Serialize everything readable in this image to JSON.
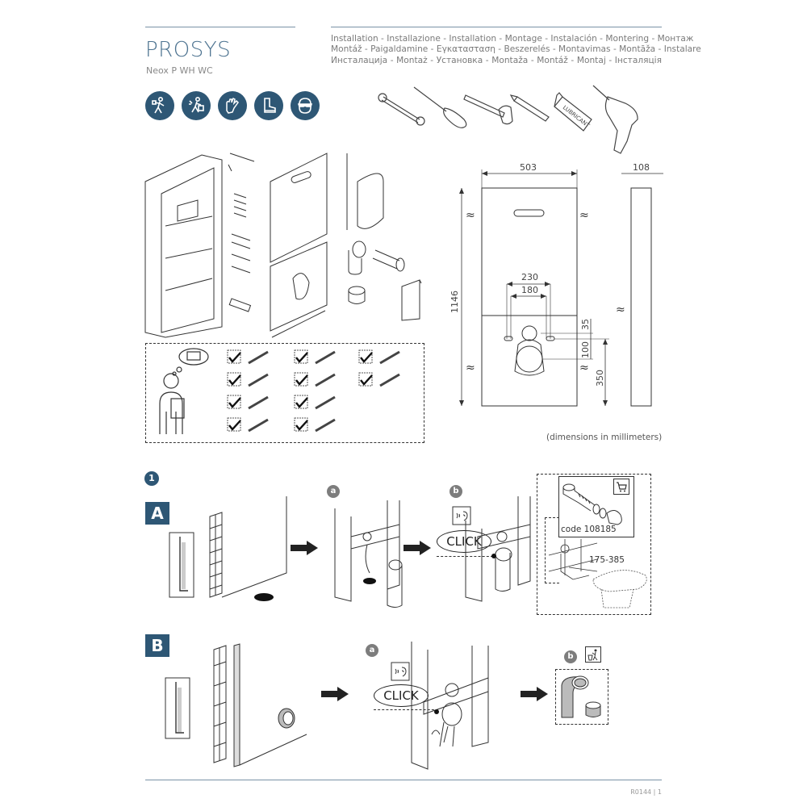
{
  "header": {
    "brand": "PROSYS",
    "product": "Neox P WH WC",
    "languages": [
      "Installation - Installazione - Installation - Montage - Instalación - Montering - Монтаж",
      "Montáž - Paigaldamine - Εγκατασταση - Beszerelés - Montavimas - Montāža - Instalare",
      "Инсталација - Montaż - Установка - Montaža - Montáž - Montaj - Інсталяція"
    ]
  },
  "safety_icons": [
    "worker-lifting-icon",
    "hazard-person-icon",
    "gloves-icon",
    "safety-boot-icon",
    "safety-goggles-icon"
  ],
  "tools": [
    "wrench-icon",
    "screwdriver-icon",
    "tape-measure-icon",
    "pencil-icon",
    "lubricant-tube-icon",
    "drill-icon"
  ],
  "tools_lubricant_label": "LUBRICANT",
  "dimensions": {
    "width": "503",
    "depth": "108",
    "height": "1146",
    "bolt_outer": "230",
    "bolt_inner": "180",
    "offset_35": "35",
    "offset_100": "100",
    "offset_350": "350",
    "note": "(dimensions in millimeters)"
  },
  "checklist": {
    "items": [
      "pencil",
      "cutter-knife",
      "saw",
      "drill",
      "lubricant",
      "tape-measure",
      "adjustable-wrench",
      "chisel",
      "ratchet",
      "level"
    ]
  },
  "step1": {
    "number": "1",
    "section_a": {
      "label": "A",
      "sub_a": "a",
      "sub_b": "b",
      "click": "CLICK",
      "accessory_code": "code 108185",
      "range": "175-385"
    },
    "section_b": {
      "label": "B",
      "sub_a": "a",
      "sub_b": "b",
      "click": "CLICK"
    }
  },
  "footer": {
    "doc_code": "R0144 | 1"
  },
  "colors": {
    "accent": "#2e5775",
    "rule": "#7a93a6",
    "sub_step": "#7d7d7d"
  }
}
